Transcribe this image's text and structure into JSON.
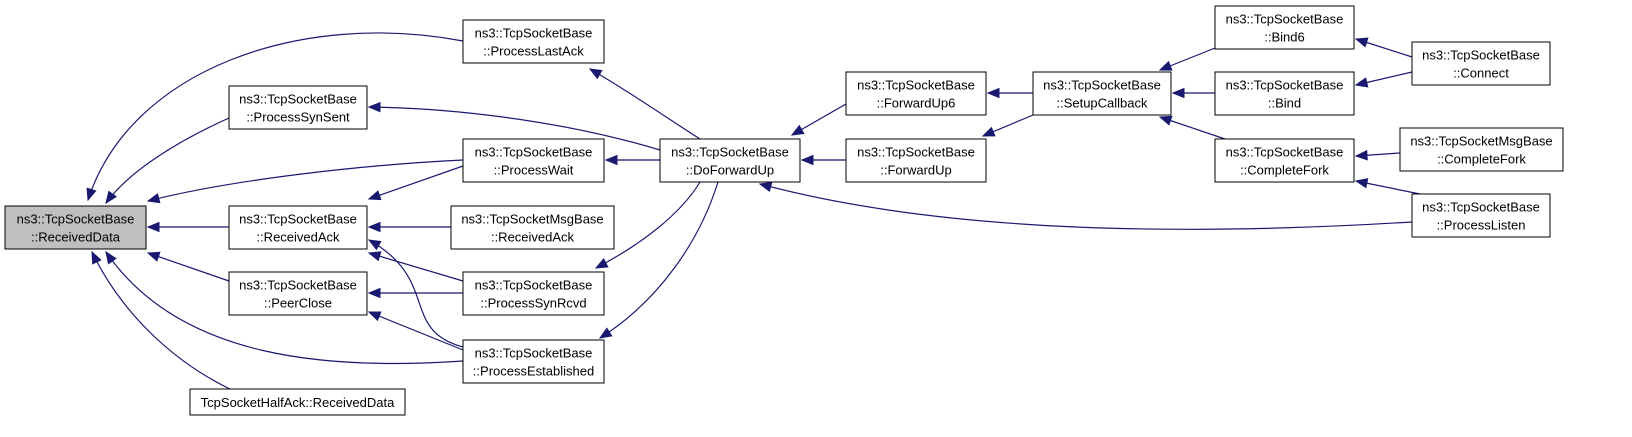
{
  "graph": {
    "nodes": [
      {
        "id": "n_received_data",
        "lines": [
          "ns3::TcpSocketBase",
          "::ReceivedData"
        ],
        "highlighted": true
      },
      {
        "id": "n_process_last_ack",
        "lines": [
          "ns3::TcpSocketBase",
          "::ProcessLastAck"
        ]
      },
      {
        "id": "n_process_syn_sent",
        "lines": [
          "ns3::TcpSocketBase",
          "::ProcessSynSent"
        ]
      },
      {
        "id": "n_process_wait",
        "lines": [
          "ns3::TcpSocketBase",
          "::ProcessWait"
        ]
      },
      {
        "id": "n_received_ack",
        "lines": [
          "ns3::TcpSocketBase",
          "::ReceivedAck"
        ]
      },
      {
        "id": "n_msg_received_ack",
        "lines": [
          "ns3::TcpSocketMsgBase",
          "::ReceivedAck"
        ]
      },
      {
        "id": "n_peer_close",
        "lines": [
          "ns3::TcpSocketBase",
          "::PeerClose"
        ]
      },
      {
        "id": "n_process_syn_rcvd",
        "lines": [
          "ns3::TcpSocketBase",
          "::ProcessSynRcvd"
        ]
      },
      {
        "id": "n_process_established",
        "lines": [
          "ns3::TcpSocketBase",
          "::ProcessEstablished"
        ]
      },
      {
        "id": "n_half_ack_received_data",
        "lines": [
          "TcpSocketHalfAck::ReceivedData"
        ]
      },
      {
        "id": "n_do_forward_up",
        "lines": [
          "ns3::TcpSocketBase",
          "::DoForwardUp"
        ]
      },
      {
        "id": "n_forward_up6",
        "lines": [
          "ns3::TcpSocketBase",
          "::ForwardUp6"
        ]
      },
      {
        "id": "n_forward_up",
        "lines": [
          "ns3::TcpSocketBase",
          "::ForwardUp"
        ]
      },
      {
        "id": "n_setup_callback",
        "lines": [
          "ns3::TcpSocketBase",
          "::SetupCallback"
        ]
      },
      {
        "id": "n_bind6",
        "lines": [
          "ns3::TcpSocketBase",
          "::Bind6"
        ]
      },
      {
        "id": "n_bind",
        "lines": [
          "ns3::TcpSocketBase",
          "::Bind"
        ]
      },
      {
        "id": "n_complete_fork",
        "lines": [
          "ns3::TcpSocketBase",
          "::CompleteFork"
        ]
      },
      {
        "id": "n_connect",
        "lines": [
          "ns3::TcpSocketBase",
          "::Connect"
        ]
      },
      {
        "id": "n_msg_complete_fork",
        "lines": [
          "ns3::TcpSocketMsgBase",
          "::CompleteFork"
        ]
      },
      {
        "id": "n_process_listen",
        "lines": [
          "ns3::TcpSocketBase",
          "::ProcessListen"
        ]
      }
    ],
    "edges": [
      {
        "from": "n_process_last_ack",
        "to": "n_received_data"
      },
      {
        "from": "n_process_syn_sent",
        "to": "n_received_data"
      },
      {
        "from": "n_process_wait",
        "to": "n_received_data"
      },
      {
        "from": "n_received_ack",
        "to": "n_received_data"
      },
      {
        "from": "n_peer_close",
        "to": "n_received_data"
      },
      {
        "from": "n_process_established",
        "to": "n_received_data"
      },
      {
        "from": "n_half_ack_received_data",
        "to": "n_received_data"
      },
      {
        "from": "n_do_forward_up",
        "to": "n_process_last_ack"
      },
      {
        "from": "n_do_forward_up",
        "to": "n_process_syn_sent"
      },
      {
        "from": "n_do_forward_up",
        "to": "n_process_wait"
      },
      {
        "from": "n_process_wait",
        "to": "n_received_ack"
      },
      {
        "from": "n_msg_received_ack",
        "to": "n_received_ack"
      },
      {
        "from": "n_process_syn_rcvd",
        "to": "n_received_ack"
      },
      {
        "from": "n_process_established",
        "to": "n_received_ack"
      },
      {
        "from": "n_process_syn_rcvd",
        "to": "n_peer_close"
      },
      {
        "from": "n_process_established",
        "to": "n_peer_close"
      },
      {
        "from": "n_do_forward_up",
        "to": "n_process_syn_rcvd"
      },
      {
        "from": "n_do_forward_up",
        "to": "n_process_established"
      },
      {
        "from": "n_forward_up6",
        "to": "n_do_forward_up"
      },
      {
        "from": "n_forward_up",
        "to": "n_do_forward_up"
      },
      {
        "from": "n_process_listen",
        "to": "n_do_forward_up"
      },
      {
        "from": "n_setup_callback",
        "to": "n_forward_up6"
      },
      {
        "from": "n_setup_callback",
        "to": "n_forward_up"
      },
      {
        "from": "n_bind6",
        "to": "n_setup_callback"
      },
      {
        "from": "n_bind",
        "to": "n_setup_callback"
      },
      {
        "from": "n_complete_fork",
        "to": "n_setup_callback"
      },
      {
        "from": "n_connect",
        "to": "n_bind6"
      },
      {
        "from": "n_connect",
        "to": "n_bind"
      },
      {
        "from": "n_msg_complete_fork",
        "to": "n_complete_fork"
      },
      {
        "from": "n_process_listen",
        "to": "n_complete_fork"
      }
    ]
  },
  "colors": {
    "edge": "#191970",
    "node_fill": "#ffffff",
    "highlight_fill": "#bfbfbf",
    "node_stroke": "#000000"
  }
}
